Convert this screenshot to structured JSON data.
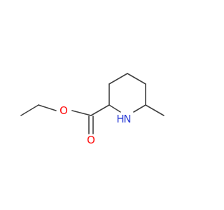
{
  "molecule": {
    "atoms": {
      "ring_nitrogen": {
        "symbol": "N",
        "hydrogen": "H"
      },
      "carbonyl_oxygen": {
        "symbol": "O"
      },
      "ester_oxygen": {
        "symbol": "O"
      }
    },
    "colors": {
      "bond": "#404040",
      "nitrogen": "#2d3fd6",
      "oxygen": "#ff0d0d"
    }
  }
}
